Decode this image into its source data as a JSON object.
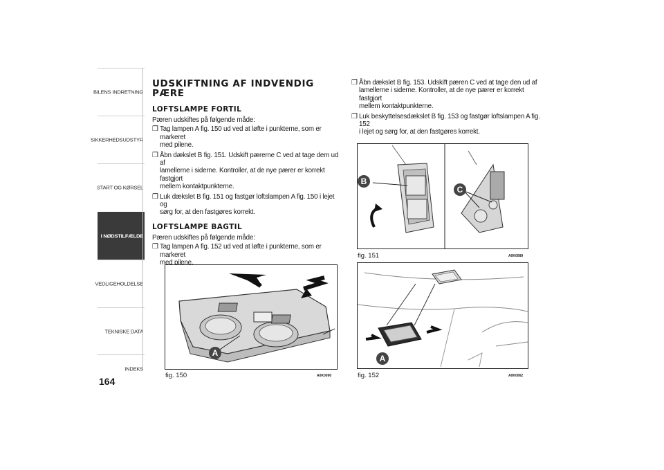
{
  "sidebar": {
    "tabs": [
      {
        "label": "BILENS INDRETNING",
        "active": false
      },
      {
        "label": "SIKKERHEDSUDSTYR",
        "active": false
      },
      {
        "label": "START OG KØRSEL",
        "active": false
      },
      {
        "label": "I NØDSTILFÆLDE",
        "active": true
      },
      {
        "label": "VEDLIGEHOLDELSE",
        "active": false
      },
      {
        "label": "TEKNISKE DATA",
        "active": false
      },
      {
        "label": "INDEKS",
        "active": false
      }
    ],
    "active_color": "#3a3a3a"
  },
  "page_number": "164",
  "left": {
    "title_line1": "UDSKIFTNING AF INDVENDIG",
    "title_line2": "PÆRE",
    "front": {
      "heading": "LOFTSLAMPE FORTIL",
      "intro": "Pæren udskiftes på følgende måde:",
      "bullets": [
        {
          "line1": "Tag lampen A fig. 150 ud ved at løfte i punkterne, som er markeret",
          "line2": "med pilene."
        },
        {
          "line1": "Åbn dækslet B fig. 151. Udskift pærerne C ved at tage dem ud af",
          "line2": "lamellerne i siderne. Kontroller, at de nye pærer er korrekt fastgjort",
          "line3": "mellem kontaktpunkterne."
        },
        {
          "line1": "Luk dækslet B fig. 151 og fastgør loftslampen A fig. 150 i lejet og",
          "line2": "sørg for, at den fastgøres korrekt."
        }
      ]
    },
    "rear": {
      "heading": "LOFTSLAMPE BAGTIL",
      "intro": "Pæren udskiftes på følgende måde:",
      "bullets": [
        {
          "line1": "Tag lampen A fig. 152 ud ved at løfte i punkterne, som er markeret",
          "line2": "med pilene."
        }
      ]
    },
    "bullet_mark": "❒"
  },
  "right": {
    "bullets": [
      {
        "line1": "Åbn dækslet B fig. 153. Udskift pæren C ved at tage den ud af",
        "line2": "lamellerne i siderne. Kontroller, at de nye pærer er korrekt fastgjort",
        "line3": "mellem kontaktpunkterne."
      },
      {
        "line1": "Luk beskyttelsesdækslet B fig. 153 og fastgør loftslampen A fig. 152",
        "line2": "i lejet og sørg for, at den fastgøres korrekt."
      }
    ]
  },
  "figures": {
    "fig150": {
      "caption": "fig. 150",
      "code": "A0K0090",
      "label_a": "A"
    },
    "fig151": {
      "caption": "fig. 151",
      "code": "A0K0089",
      "label_b": "B",
      "label_c": "C"
    },
    "fig152": {
      "caption": "fig. 152",
      "code": "A0K0062",
      "label_a": "A"
    }
  }
}
